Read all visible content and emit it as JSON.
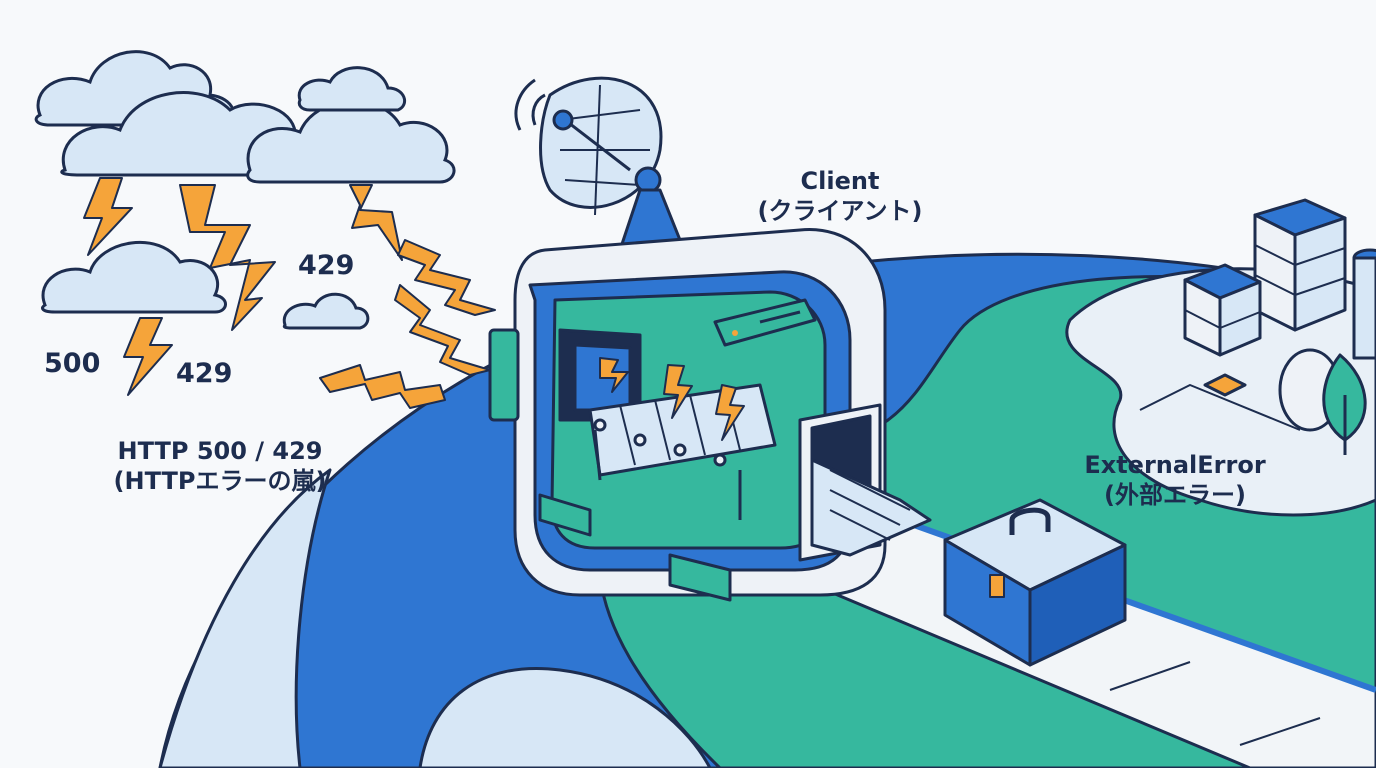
{
  "storm": {
    "codes": [
      "500",
      "429",
      "429"
    ],
    "label_line1": "HTTP 500 / 429",
    "label_line2": "(HTTPエラーの嵐)"
  },
  "client": {
    "label_line1": "Client",
    "label_line2": "(クライアント)"
  },
  "external_error": {
    "label_line1": "ExternalError",
    "label_line2": "(外部エラー)"
  },
  "colors": {
    "outline": "#1d2d4f",
    "blue": "#2f76d2",
    "light_blue": "#d7e7f6",
    "green": "#36b89e",
    "teal_dark": "#1f8f7e",
    "orange": "#f5a43a",
    "machine_light": "#eef2f7"
  },
  "icons": [
    "storm-cloud-icon",
    "lightning-icon",
    "satellite-dish-icon",
    "server-rack-icon",
    "toolbox-icon",
    "tree-icon"
  ]
}
